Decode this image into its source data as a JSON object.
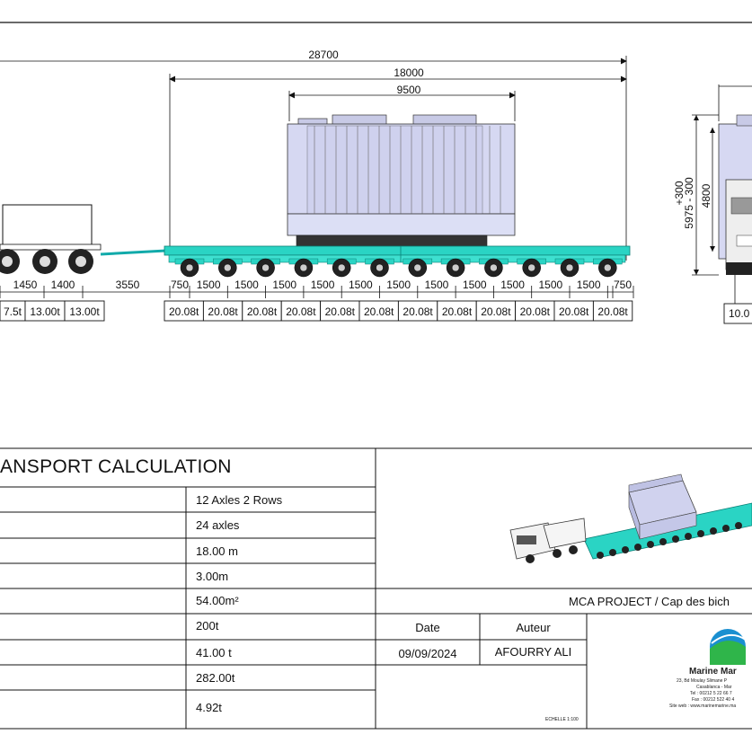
{
  "dimensions": {
    "overall_length": "28700",
    "trailer_length": "18000",
    "load_length": "9500",
    "axle_spacing_top_1": "1450",
    "axle_spacing_top_2": "1400",
    "gap": "3550",
    "end_spacing": "750",
    "axle_spacing": "1500",
    "height_total": "5975 - 300",
    "height_plus": "+300",
    "height_load": "4800"
  },
  "axle_loads": {
    "truck": [
      "7.5t",
      "13.00t",
      "13.00t"
    ],
    "trailer": [
      "20.08t",
      "20.08t",
      "20.08t",
      "20.08t",
      "20.08t",
      "20.08t",
      "20.08t",
      "20.08t",
      "20.08t",
      "20.08t",
      "20.08t",
      "20.08t"
    ],
    "side_view": "10.0"
  },
  "title_block": {
    "heading": "ANSPORT CALCULATION",
    "values": [
      "12 Axles 2 Rows",
      "24 axles",
      "18.00 m",
      "3.00m",
      "54.00m²",
      "200t",
      "41.00 t",
      "282.00t",
      "4.92t"
    ],
    "project": "MCA PROJECT / Cap des bich",
    "date_label": "Date",
    "author_label": "Auteur",
    "date_value": "09/09/2024",
    "author_value": "AFOURRY ALI",
    "scale": "ECHELLE 1:100"
  },
  "company": {
    "name": "Marine Mar",
    "address_1": "23, Bd Moulay Slimane P",
    "address_2": "Casablanca - Mar",
    "tel": "Tel : 00212 5 22 66 7",
    "fax": "Fax : 00212 522 40 4",
    "site": "Site web : www.marinemarine.ma"
  },
  "colors": {
    "trailer": "#2ad4c4",
    "load": "#d6d8f2",
    "line": "#111111"
  }
}
